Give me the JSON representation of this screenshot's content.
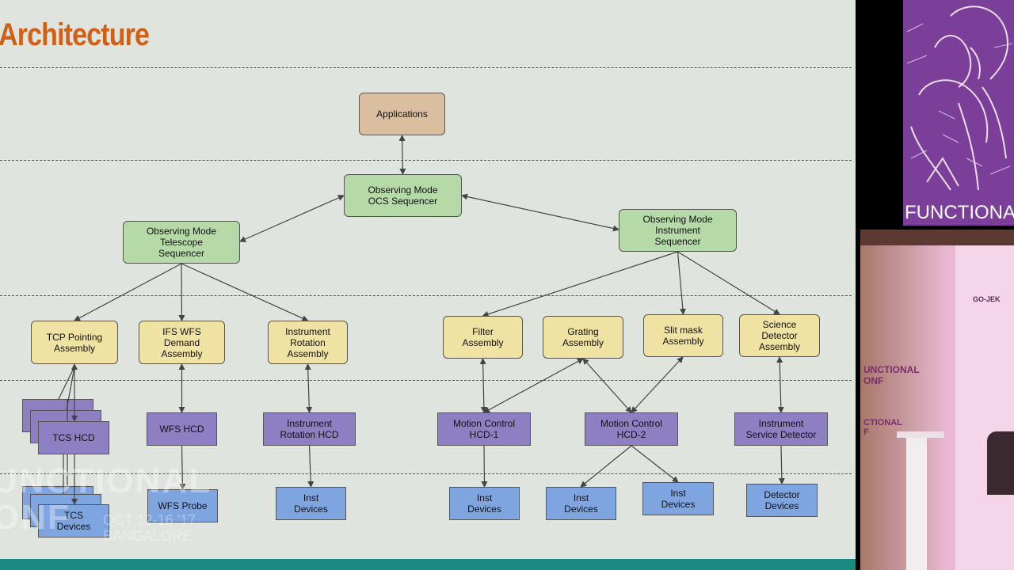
{
  "slide": {
    "title": "Architecture",
    "watermark": {
      "brand": "UNCTIONAL\nONF",
      "date": "OCT 12-16 '17\nBANGALORE"
    }
  },
  "diagram": {
    "nodes": [
      {
        "id": "applications",
        "label": "Applications",
        "style": "tan"
      },
      {
        "id": "ocs-sequencer",
        "label": "Observing Mode\nOCS Sequencer",
        "style": "green"
      },
      {
        "id": "telescope-sequencer",
        "label": "Observing Mode\nTelescope\nSequencer",
        "style": "green"
      },
      {
        "id": "instrument-sequencer",
        "label": "Observing Mode\nInstrument\nSequencer",
        "style": "green"
      },
      {
        "id": "tcp-pointing-assembly",
        "label": "TCP Pointing\nAssembly",
        "style": "yellow"
      },
      {
        "id": "ifs-wfs-demand-assembly",
        "label": "IFS WFS\nDemand\nAssembly",
        "style": "yellow"
      },
      {
        "id": "instrument-rotation-assembly",
        "label": "Instrument\nRotation\nAssembly",
        "style": "yellow"
      },
      {
        "id": "filter-assembly",
        "label": "Filter\nAssembly",
        "style": "yellow"
      },
      {
        "id": "grating-assembly",
        "label": "Grating\nAssembly",
        "style": "yellow"
      },
      {
        "id": "slit-mask-assembly",
        "label": "Slit mask\nAssembly",
        "style": "yellow"
      },
      {
        "id": "science-detector-assembly",
        "label": "Science\nDetector\nAssembly",
        "style": "yellow"
      },
      {
        "id": "tcs-hcd",
        "label": "TCS HCD",
        "style": "purple"
      },
      {
        "id": "wfs-hcd",
        "label": "WFS HCD",
        "style": "purple"
      },
      {
        "id": "instrument-rotation-hcd",
        "label": "Instrument\nRotation HCD",
        "style": "purple"
      },
      {
        "id": "motion-control-hcd-1",
        "label": "Motion Control\nHCD-1",
        "style": "purple"
      },
      {
        "id": "motion-control-hcd-2",
        "label": "Motion Control\nHCD-2",
        "style": "purple"
      },
      {
        "id": "instrument-service-detector",
        "label": "Instrument\nService Detector",
        "style": "purple"
      },
      {
        "id": "tcs-devices",
        "label": "TCS\nDevices",
        "style": "blue"
      },
      {
        "id": "wfs-probe",
        "label": "WFS Probe",
        "style": "blue"
      },
      {
        "id": "inst-devices-1",
        "label": "Inst\nDevices",
        "style": "blue"
      },
      {
        "id": "inst-devices-2",
        "label": "Inst\nDevices",
        "style": "blue"
      },
      {
        "id": "inst-devices-3",
        "label": "Inst\nDevices",
        "style": "blue"
      },
      {
        "id": "inst-devices-4",
        "label": "Inst\nDevices",
        "style": "blue"
      },
      {
        "id": "detector-devices",
        "label": "Detector\nDevices",
        "style": "blue"
      }
    ],
    "edges": [
      {
        "from": "ocs-sequencer",
        "to": "applications",
        "bidirectional": true
      },
      {
        "from": "ocs-sequencer",
        "to": "telescope-sequencer",
        "bidirectional": true
      },
      {
        "from": "ocs-sequencer",
        "to": "instrument-sequencer",
        "bidirectional": true
      },
      {
        "from": "telescope-sequencer",
        "to": "tcp-pointing-assembly"
      },
      {
        "from": "telescope-sequencer",
        "to": "ifs-wfs-demand-assembly"
      },
      {
        "from": "telescope-sequencer",
        "to": "instrument-rotation-assembly"
      },
      {
        "from": "instrument-sequencer",
        "to": "filter-assembly"
      },
      {
        "from": "instrument-sequencer",
        "to": "slit-mask-assembly"
      },
      {
        "from": "instrument-sequencer",
        "to": "science-detector-assembly"
      },
      {
        "from": "tcp-pointing-assembly",
        "to": "tcs-hcd",
        "bidirectional": true
      },
      {
        "from": "ifs-wfs-demand-assembly",
        "to": "wfs-hcd",
        "bidirectional": true
      },
      {
        "from": "instrument-rotation-assembly",
        "to": "instrument-rotation-hcd",
        "bidirectional": true
      },
      {
        "from": "filter-assembly",
        "to": "motion-control-hcd-1",
        "bidirectional": true
      },
      {
        "from": "grating-assembly",
        "to": "motion-control-hcd-1",
        "bidirectional": true
      },
      {
        "from": "grating-assembly",
        "to": "motion-control-hcd-2",
        "bidirectional": true
      },
      {
        "from": "slit-mask-assembly",
        "to": "motion-control-hcd-2",
        "bidirectional": true
      },
      {
        "from": "science-detector-assembly",
        "to": "instrument-service-detector",
        "bidirectional": true
      },
      {
        "from": "tcs-hcd",
        "to": "tcs-devices"
      },
      {
        "from": "wfs-hcd",
        "to": "wfs-probe"
      },
      {
        "from": "instrument-rotation-hcd",
        "to": "inst-devices-1"
      },
      {
        "from": "motion-control-hcd-1",
        "to": "inst-devices-2"
      },
      {
        "from": "motion-control-hcd-2",
        "to": "inst-devices-3"
      },
      {
        "from": "motion-control-hcd-2",
        "to": "inst-devices-4"
      },
      {
        "from": "instrument-service-detector",
        "to": "detector-devices"
      }
    ]
  },
  "branding": {
    "conference": "FUNCTIONA"
  },
  "stage": {
    "banner_text_1": "UNCTIONAL\nONF",
    "banner_text_2": "CTIONAL\nF",
    "sponsor": "GO-JEK"
  },
  "colors": {
    "title": "#d25f16",
    "slide_bg": "#dfe4df",
    "bar": "#1a8a82",
    "logo_bg": "#7c3f99"
  }
}
